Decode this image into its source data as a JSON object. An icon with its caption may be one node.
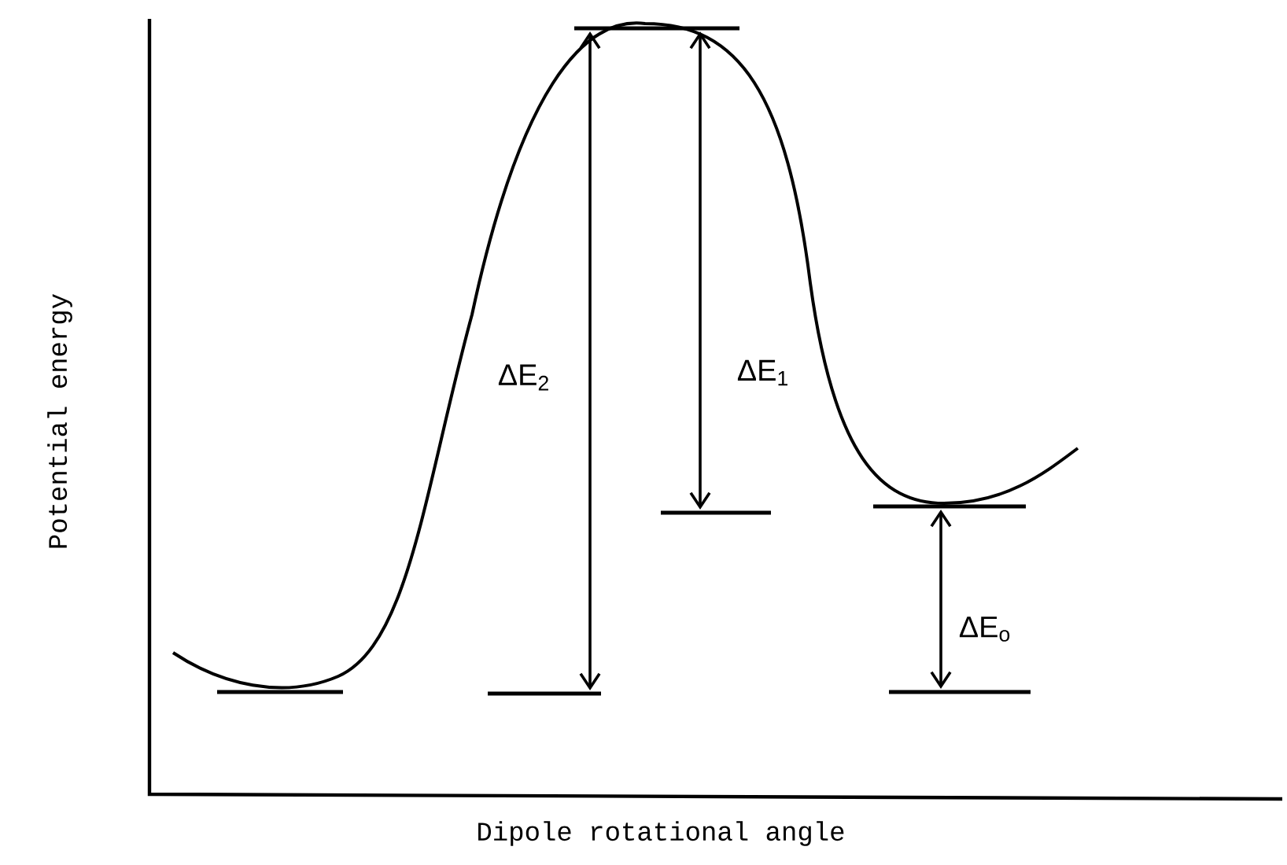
{
  "diagram": {
    "labels": [
      "Potential energy",
      "ΔE$_{2}$",
      "ΔE$_{1}$",
      "ΔE$_{o}$",
      "Dipole rotational angle"
    ]
  }
}
